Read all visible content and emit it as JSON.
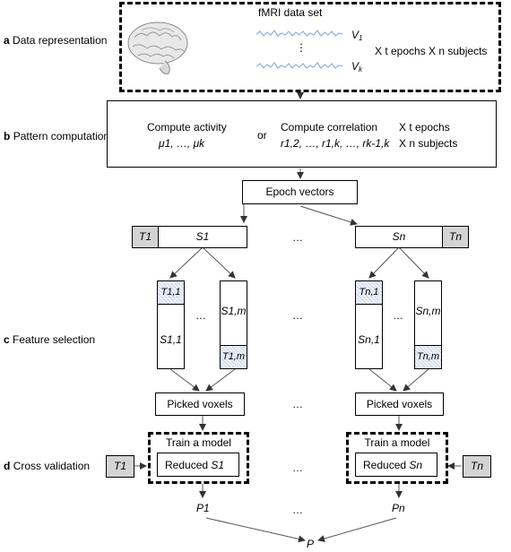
{
  "sections": {
    "a": {
      "letter": "a",
      "text": "Data representation"
    },
    "b": {
      "letter": "b",
      "text": "Pattern computation"
    },
    "c": {
      "letter": "c",
      "text": "Feature selection"
    },
    "d": {
      "letter": "d",
      "text": "Cross validation"
    }
  },
  "data_set": {
    "title": "fMRI data set",
    "v_first": "V",
    "v_first_sub": "1",
    "v_last": "V",
    "v_last_sub": "k",
    "vdots": "⋮",
    "times_epochs": "X t epochs X n subjects"
  },
  "pattern": {
    "activity_title": "Compute activity",
    "activity_vars": "μ1, …, μk",
    "or": "or",
    "corr_title": "Compute correlation",
    "corr_vars": "r1,2, …, r1,k, …, rk-1,k",
    "x_epochs": "X t epochs",
    "x_subjects": "X n subjects"
  },
  "epoch_vectors": "Epoch vectors",
  "split": {
    "t1": "T1",
    "s1": "S1",
    "sn": "Sn",
    "tn": "Tn",
    "ellipsis": "…"
  },
  "folds": {
    "left": {
      "t11": "T1,1",
      "s11": "S1,1",
      "s1m": "S1,m",
      "t1m": "T1,m",
      "dots": "…"
    },
    "right": {
      "tn1": "Tn,1",
      "sn1": "Sn,1",
      "snm": "Sn,m",
      "tnm": "Tn,m",
      "dots": "…"
    },
    "mid_dots": "…"
  },
  "picked_voxels": "Picked voxels",
  "cv": {
    "train": "Train a model",
    "reduced": "Reduced",
    "s1": "S1",
    "sn": "Sn",
    "t1": "T1",
    "tn": "Tn",
    "mid_dots": "…"
  },
  "outputs": {
    "p1": "P1",
    "pn": "Pn",
    "p": "P",
    "mid_dots": "…"
  }
}
